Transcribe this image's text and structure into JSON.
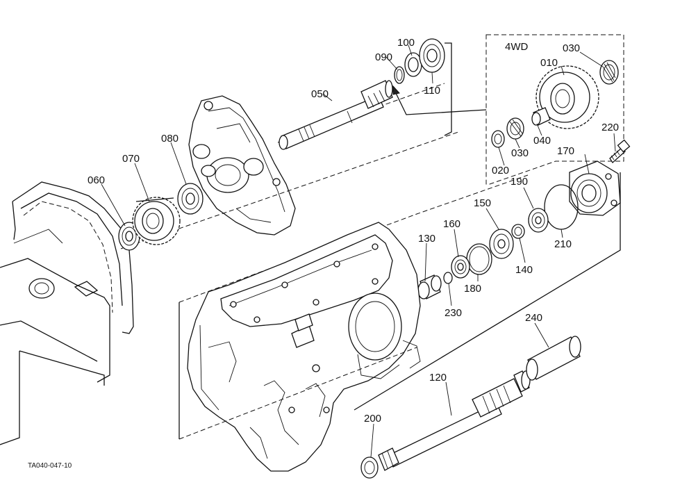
{
  "group_label": "4WD",
  "drawing_code": "TA040-047-10",
  "callouts": {
    "c010": "010",
    "c020": "020",
    "c030a": "030",
    "c030b": "030",
    "c040": "040",
    "c050": "050",
    "c060": "060",
    "c070": "070",
    "c080": "080",
    "c090": "090",
    "c100": "100",
    "c110": "110",
    "c120": "120",
    "c130": "130",
    "c140": "140",
    "c150": "150",
    "c160": "160",
    "c170": "170",
    "c180": "180",
    "c190": "190",
    "c200": "200",
    "c210": "210",
    "c220": "220",
    "c230": "230",
    "c240": "240"
  }
}
